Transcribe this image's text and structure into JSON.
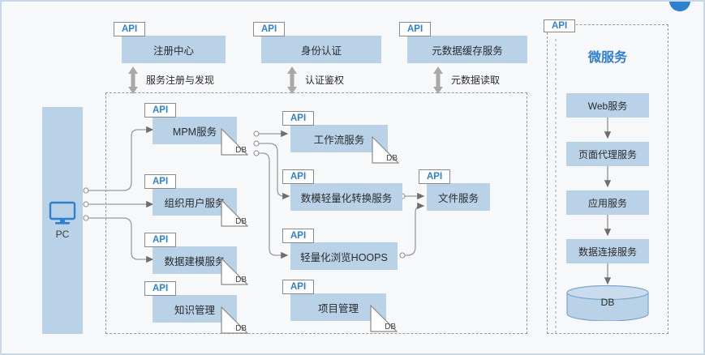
{
  "diagram": {
    "title_microservice": "微服务",
    "api_tag_label": "API",
    "db_label": "DB",
    "pc_label": "PC",
    "colors": {
      "box_fill": "#b9d2e8",
      "accent_blue": "#2f7fd1",
      "dashed_border": "#9a9a9a",
      "wire": "#9a9a9a"
    }
  },
  "top_services": [
    {
      "label": "注册中心",
      "relation": "服务注册与发现"
    },
    {
      "label": "身份认证",
      "relation": "认证鉴权"
    },
    {
      "label": "元数据缓存服务",
      "relation": "元数据读取"
    }
  ],
  "main_panel": {
    "column_left": [
      {
        "label": "MPM服务",
        "has_db": true
      },
      {
        "label": "组织用户服务",
        "has_db": true
      },
      {
        "label": "数据建模服务",
        "has_db": true
      },
      {
        "label": "知识管理",
        "has_db": true
      }
    ],
    "column_middle": [
      {
        "label": "工作流服务",
        "has_db": true
      },
      {
        "label": "数模轻量化转换服务",
        "has_db": false
      },
      {
        "label": "轻量化浏览HOOPS",
        "has_db": false
      },
      {
        "label": "项目管理",
        "has_db": true
      }
    ],
    "column_right": [
      {
        "label": "文件服务",
        "has_db": false
      }
    ]
  },
  "microservice_panel": {
    "title": "微服务",
    "stack": [
      "Web服务",
      "页面代理服务",
      "应用服务",
      "数据连接服务"
    ],
    "database": "DB"
  }
}
